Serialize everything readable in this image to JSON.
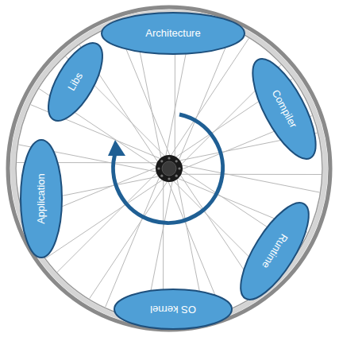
{
  "diagram": {
    "nodes": [
      {
        "text": [
          "Architecture"
        ]
      },
      {
        "text": [
          "Compiler"
        ]
      },
      {
        "text": [
          "Runtime"
        ]
      },
      {
        "text": [
          "OS kernel"
        ]
      },
      {
        "text": [
          "Application"
        ]
      },
      {
        "text": [
          "Libs"
        ]
      }
    ]
  }
}
